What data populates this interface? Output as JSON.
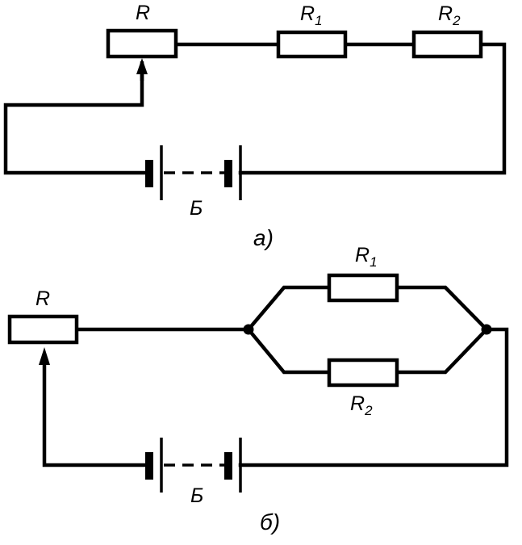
{
  "diagram_a": {
    "caption": "а)",
    "rheostat": {
      "letter": "R"
    },
    "resistor_1": {
      "letter": "R",
      "subscript": "1"
    },
    "resistor_2": {
      "letter": "R",
      "subscript": "2"
    },
    "battery": {
      "label": "Б"
    }
  },
  "diagram_b": {
    "caption": "б)",
    "rheostat": {
      "letter": "R"
    },
    "resistor_1": {
      "letter": "R",
      "subscript": "1"
    },
    "resistor_2": {
      "letter": "R",
      "subscript": "2"
    },
    "battery": {
      "label": "Б"
    }
  },
  "colors": {
    "line": "#000000",
    "background": "#ffffff"
  }
}
